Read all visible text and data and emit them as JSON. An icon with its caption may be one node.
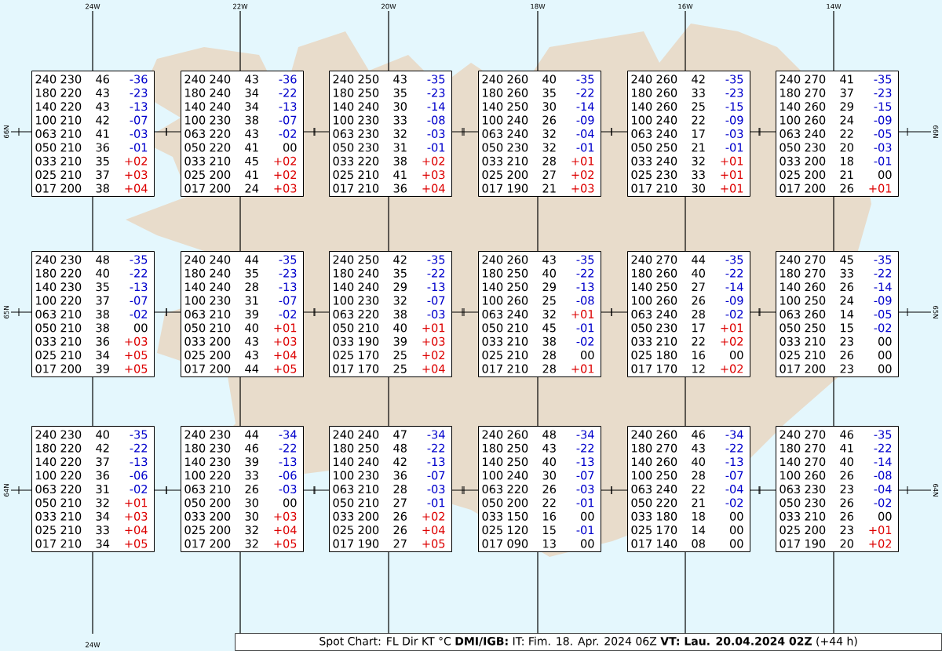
{
  "diagram": {
    "title": "Spot Chart: FL Dir KT °C **DMI/IGB:** IT: Fim. 18. Apr. 2024 06Z **VT: Lau. 20.04.2024 02Z** (+44 h)",
    "nodes": [
      {
        "text": [
          "240",
          "230",
          "46",
          "-36",
          "180",
          "220",
          "43",
          "-23",
          "140",
          "220",
          "43",
          "-13",
          "100",
          "210",
          "42",
          "-07",
          "063",
          "210",
          "41",
          "-03",
          "050",
          "210",
          "36",
          "-01",
          "033",
          "210",
          "35",
          "+02",
          "025",
          "210",
          "37",
          "+03",
          "017",
          "200",
          "38",
          "+04"
        ]
      },
      {
        "text": [
          "240",
          "240",
          "43",
          "-36",
          "180",
          "240",
          "34",
          "-22",
          "140",
          "240",
          "34",
          "-13",
          "100",
          "230",
          "38",
          "-07",
          "063",
          "220",
          "43",
          "-02",
          "050",
          "220",
          "41",
          "00",
          "033",
          "210",
          "45",
          "+02",
          "025",
          "200",
          "41",
          "+02",
          "017",
          "200",
          "24",
          "+03"
        ]
      },
      {
        "text": [
          "240",
          "250",
          "43",
          "-35",
          "180",
          "250",
          "35",
          "-23",
          "140",
          "240",
          "30",
          "-14",
          "100",
          "230",
          "33",
          "-08",
          "063",
          "230",
          "32",
          "-03",
          "050",
          "230",
          "31",
          "-01",
          "033",
          "220",
          "38",
          "+02",
          "025",
          "210",
          "41",
          "+03",
          "017",
          "210",
          "36",
          "+04"
        ]
      },
      {
        "text": [
          "240",
          "260",
          "40",
          "-35",
          "180",
          "260",
          "35",
          "-22",
          "140",
          "250",
          "30",
          "-14",
          "100",
          "240",
          "26",
          "-09",
          "063",
          "240",
          "32",
          "-04",
          "050",
          "230",
          "32",
          "-01",
          "033",
          "210",
          "28",
          "+01",
          "025",
          "200",
          "27",
          "+02",
          "017",
          "190",
          "21",
          "+03"
        ]
      },
      {
        "text": [
          "240",
          "260",
          "42",
          "-35",
          "180",
          "260",
          "33",
          "-23",
          "140",
          "260",
          "25",
          "-15",
          "100",
          "240",
          "22",
          "-09",
          "063",
          "240",
          "17",
          "-03",
          "050",
          "250",
          "21",
          "-01",
          "033",
          "240",
          "32",
          "+01",
          "025",
          "230",
          "33",
          "+01",
          "017",
          "210",
          "30",
          "+01"
        ]
      },
      {
        "text": [
          "240",
          "270",
          "41",
          "-35",
          "180",
          "270",
          "37",
          "-23",
          "140",
          "260",
          "29",
          "-15",
          "100",
          "260",
          "24",
          "-09",
          "063",
          "240",
          "22",
          "-05",
          "050",
          "230",
          "20",
          "-03",
          "033",
          "200",
          "18",
          "-01",
          "025",
          "200",
          "21",
          "00",
          "017",
          "200",
          "26",
          "+01"
        ]
      },
      {
        "text": [
          "240",
          "230",
          "48",
          "-35",
          "180",
          "220",
          "40",
          "-22",
          "140",
          "230",
          "35",
          "-13",
          "100",
          "220",
          "37",
          "-07",
          "063",
          "210",
          "38",
          "-02",
          "050",
          "210",
          "38",
          "00",
          "033",
          "210",
          "36",
          "+03",
          "025",
          "210",
          "34",
          "+05",
          "017",
          "200",
          "39",
          "+05"
        ]
      },
      {
        "text": [
          "240",
          "240",
          "44",
          "-35",
          "180",
          "240",
          "35",
          "-23",
          "140",
          "240",
          "28",
          "-13",
          "100",
          "230",
          "31",
          "-07",
          "063",
          "210",
          "39",
          "-02",
          "050",
          "210",
          "40",
          "+01",
          "033",
          "200",
          "43",
          "+03",
          "025",
          "200",
          "43",
          "+04",
          "017",
          "200",
          "44",
          "+05"
        ]
      },
      {
        "text": [
          "240",
          "250",
          "42",
          "-35",
          "180",
          "240",
          "35",
          "-22",
          "140",
          "240",
          "29",
          "-13",
          "100",
          "230",
          "32",
          "-07",
          "063",
          "220",
          "38",
          "-03",
          "050",
          "210",
          "40",
          "+01",
          "033",
          "190",
          "39",
          "+03",
          "025",
          "170",
          "25",
          "+02",
          "017",
          "170",
          "25",
          "+04"
        ]
      },
      {
        "text": [
          "240",
          "260",
          "43",
          "-35",
          "180",
          "250",
          "40",
          "-22",
          "140",
          "250",
          "29",
          "-13",
          "100",
          "260",
          "25",
          "-08",
          "063",
          "240",
          "32",
          "+01",
          "050",
          "210",
          "45",
          "-01",
          "033",
          "210",
          "38",
          "-02",
          "025",
          "210",
          "28",
          "00",
          "017",
          "210",
          "28",
          "+01"
        ]
      },
      {
        "text": [
          "240",
          "270",
          "44",
          "-35",
          "180",
          "260",
          "40",
          "-22",
          "140",
          "250",
          "27",
          "-14",
          "100",
          "260",
          "26",
          "-09",
          "063",
          "240",
          "28",
          "-02",
          "050",
          "230",
          "17",
          "+01",
          "033",
          "210",
          "22",
          "+02",
          "025",
          "180",
          "16",
          "00",
          "017",
          "170",
          "12",
          "+02"
        ]
      },
      {
        "text": [
          "240",
          "270",
          "45",
          "-35",
          "180",
          "270",
          "33",
          "-22",
          "140",
          "260",
          "26",
          "-14",
          "100",
          "250",
          "24",
          "-09",
          "063",
          "260",
          "14",
          "-05",
          "050",
          "250",
          "15",
          "-02",
          "033",
          "210",
          "23",
          "00",
          "025",
          "210",
          "26",
          "00",
          "017",
          "200",
          "23",
          "00"
        ]
      },
      {
        "text": [
          "240",
          "230",
          "40",
          "-35",
          "180",
          "220",
          "42",
          "-22",
          "140",
          "220",
          "37",
          "-13",
          "100",
          "220",
          "36",
          "-06",
          "063",
          "220",
          "31",
          "-02",
          "050",
          "210",
          "32",
          "+01",
          "033",
          "210",
          "34",
          "+03",
          "025",
          "210",
          "33",
          "+04",
          "017",
          "210",
          "34",
          "+05"
        ]
      },
      {
        "text": [
          "240",
          "230",
          "44",
          "-34",
          "180",
          "230",
          "46",
          "-22",
          "140",
          "230",
          "39",
          "-13",
          "100",
          "220",
          "33",
          "-06",
          "063",
          "210",
          "26",
          "-03",
          "050",
          "200",
          "30",
          "00",
          "033",
          "200",
          "30",
          "+03",
          "025",
          "200",
          "32",
          "+04",
          "017",
          "200",
          "32",
          "+05"
        ]
      },
      {
        "text": [
          "240",
          "240",
          "47",
          "-34",
          "180",
          "250",
          "48",
          "-22",
          "140",
          "240",
          "42",
          "-13",
          "100",
          "230",
          "36",
          "-07",
          "063",
          "210",
          "28",
          "-03",
          "050",
          "210",
          "27",
          "-01",
          "033",
          "200",
          "26",
          "+02",
          "025",
          "200",
          "26",
          "+04",
          "017",
          "190",
          "27",
          "+05"
        ]
      },
      {
        "text": [
          "240",
          "260",
          "48",
          "-34",
          "180",
          "250",
          "43",
          "-22",
          "140",
          "250",
          "40",
          "-13",
          "100",
          "240",
          "30",
          "-07",
          "063",
          "220",
          "26",
          "-03",
          "050",
          "200",
          "22",
          "-01",
          "033",
          "150",
          "16",
          "00",
          "025",
          "120",
          "15",
          "-01",
          "017",
          "090",
          "13",
          "00"
        ]
      },
      {
        "text": [
          "240",
          "260",
          "46",
          "-34",
          "180",
          "270",
          "43",
          "-22",
          "140",
          "260",
          "40",
          "-13",
          "100",
          "250",
          "28",
          "-07",
          "063",
          "240",
          "22",
          "-04",
          "050",
          "220",
          "21",
          "-02",
          "033",
          "180",
          "18",
          "00",
          "025",
          "170",
          "14",
          "00",
          "017",
          "140",
          "08",
          "00"
        ]
      },
      {
        "text": [
          "240",
          "270",
          "46",
          "-35",
          "180",
          "270",
          "41",
          "-22",
          "140",
          "270",
          "40",
          "-14",
          "100",
          "260",
          "26",
          "-08",
          "063",
          "230",
          "23",
          "-04",
          "050",
          "230",
          "26",
          "-02",
          "033",
          "210",
          "26",
          "00",
          "025",
          "200",
          "23",
          "+01",
          "017",
          "190",
          "20",
          "+02"
        ]
      }
    ],
    "labels": [
      "24W",
      "22W",
      "20W",
      "18W",
      "16W",
      "14W",
      "66N",
      "66N",
      "65N",
      "65N",
      "64N",
      "64N",
      "24W"
    ]
  }
}
